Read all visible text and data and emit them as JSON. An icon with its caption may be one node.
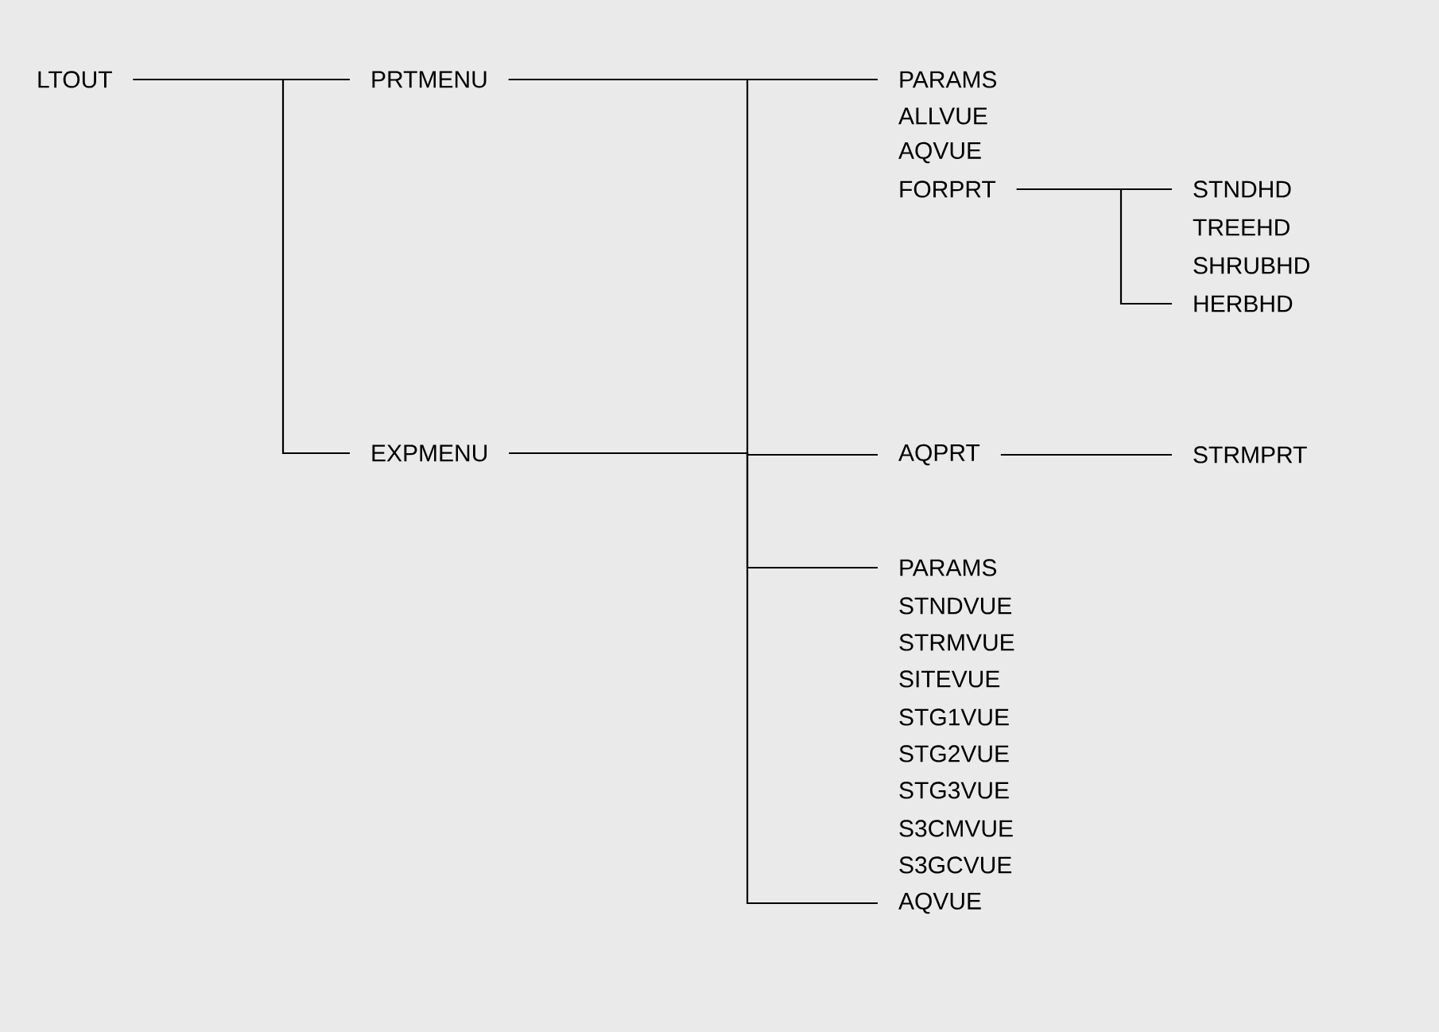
{
  "diagram": {
    "nodes": [
      {
        "text": [
          "LTOUT"
        ]
      },
      {
        "text": [
          "PRTMENU"
        ]
      },
      {
        "text": [
          "PARAMS"
        ]
      },
      {
        "text": [
          "ALLVUE"
        ]
      },
      {
        "text": [
          "AQVUE"
        ]
      },
      {
        "text": [
          "FORPRT"
        ]
      },
      {
        "text": [
          "STNDHD"
        ]
      },
      {
        "text": [
          "TREEHD"
        ]
      },
      {
        "text": [
          "SHRUBHD"
        ]
      },
      {
        "text": [
          "HERBHD"
        ]
      },
      {
        "text": [
          "AQPRT"
        ]
      },
      {
        "text": [
          "STRMPRT"
        ]
      },
      {
        "text": [
          "EXPMENU"
        ]
      },
      {
        "text": [
          "PARAMS"
        ]
      },
      {
        "text": [
          "STNDVUE"
        ]
      },
      {
        "text": [
          "STRMVUE"
        ]
      },
      {
        "text": [
          "SITEVUE"
        ]
      },
      {
        "text": [
          "STG1VUE"
        ]
      },
      {
        "text": [
          "STG2VUE"
        ]
      },
      {
        "text": [
          "STG3VUE"
        ]
      },
      {
        "text": [
          "S3CMVUE"
        ]
      },
      {
        "text": [
          "S3GCVUE"
        ]
      },
      {
        "text": [
          "AQVUE"
        ]
      }
    ],
    "edges": [
      {
        "from": 0,
        "to": 1,
        "arrow": "none"
      },
      {
        "from": 0,
        "to": 12,
        "arrow": "none"
      },
      {
        "from": 1,
        "to": 2,
        "arrow": "none"
      },
      {
        "from": 1,
        "to": 10,
        "arrow": "none"
      },
      {
        "from": 5,
        "to": 6,
        "arrow": "none"
      },
      {
        "from": 5,
        "to": 9,
        "arrow": "none"
      },
      {
        "from": 10,
        "to": 11,
        "arrow": "none"
      },
      {
        "from": 12,
        "to": 13,
        "arrow": "none"
      },
      {
        "from": 12,
        "to": 22,
        "arrow": "none"
      }
    ]
  }
}
